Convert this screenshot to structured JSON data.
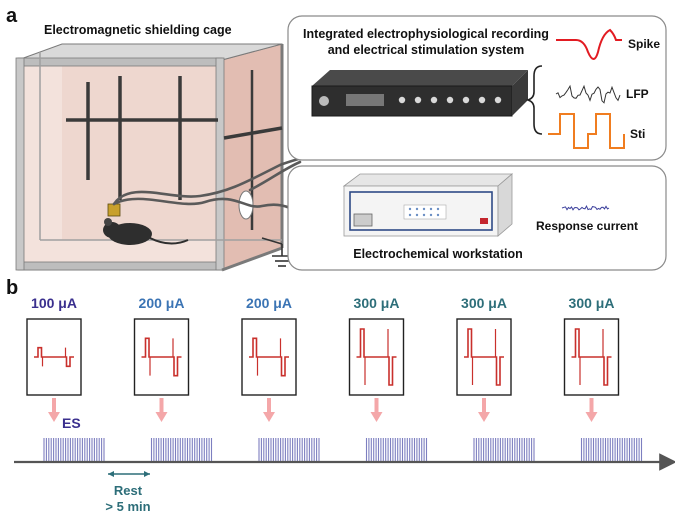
{
  "panel_a": {
    "label": "a",
    "cage_title": "Electromagnetic shielding cage",
    "system_title_line1": "Integrated electrophysiological recording",
    "system_title_line2": "and electrical stimulation system",
    "signal_labels": {
      "spike": "Spike",
      "lfp": "LFP",
      "sti": "Sti"
    },
    "workstation_label": "Electrochemical workstation",
    "response_label": "Response current",
    "colors": {
      "spike": "#e21b22",
      "sti": "#f07d20",
      "lfp": "#333333",
      "response": "#3b3f9c",
      "cage_fill": "#e9cdc4",
      "cable": "#555555"
    }
  },
  "panel_b": {
    "label": "b",
    "es_label": "ES",
    "rest_line1": "Rest",
    "rest_line2": "> 5 min",
    "stimuli": [
      {
        "current": "100 μA",
        "level": 100,
        "color": "#3a2f8e"
      },
      {
        "current": "200 μA",
        "level": 200,
        "color": "#3b74b4"
      },
      {
        "current": "200 μA",
        "level": 200,
        "color": "#3b74b4"
      },
      {
        "current": "300 μA",
        "level": 300,
        "color": "#2d6e79"
      },
      {
        "current": "300 μA",
        "level": 300,
        "color": "#2d6e79"
      },
      {
        "current": "300 μA",
        "level": 300,
        "color": "#2d6e79"
      }
    ],
    "colors": {
      "waveform": "#c9302c",
      "arrow": "#f4a7a9",
      "pulse": "#7d7fc0",
      "axis": "#555555",
      "rest": "#2d6e79",
      "es": "#3a2f8e"
    }
  }
}
